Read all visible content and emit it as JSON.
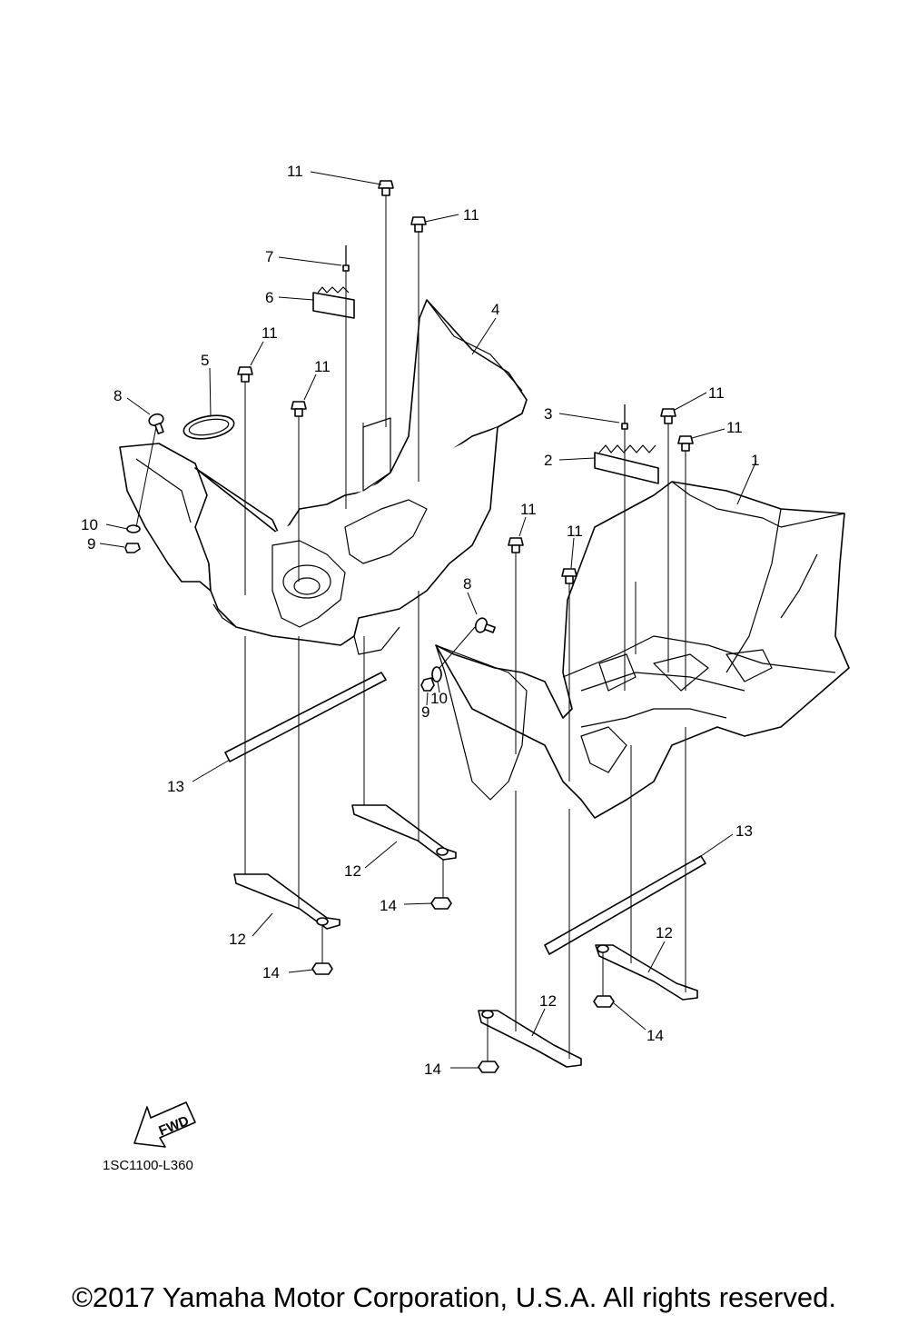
{
  "diagram": {
    "code": "1SC1100-L360",
    "fwd_label": "FWD",
    "callouts": [
      {
        "id": "c11a",
        "text": "11"
      },
      {
        "id": "c11b",
        "text": "11"
      },
      {
        "id": "c7",
        "text": "7"
      },
      {
        "id": "c6",
        "text": "6"
      },
      {
        "id": "c4",
        "text": "4"
      },
      {
        "id": "c5",
        "text": "5"
      },
      {
        "id": "c11c",
        "text": "11"
      },
      {
        "id": "c11d",
        "text": "11"
      },
      {
        "id": "c8a",
        "text": "8"
      },
      {
        "id": "c10a",
        "text": "10"
      },
      {
        "id": "c9a",
        "text": "9"
      },
      {
        "id": "c3",
        "text": "3"
      },
      {
        "id": "c2",
        "text": "2"
      },
      {
        "id": "c11e",
        "text": "11"
      },
      {
        "id": "c11f",
        "text": "11"
      },
      {
        "id": "c1",
        "text": "1"
      },
      {
        "id": "c11g",
        "text": "11"
      },
      {
        "id": "c11h",
        "text": "11"
      },
      {
        "id": "c8b",
        "text": "8"
      },
      {
        "id": "c10b",
        "text": "10"
      },
      {
        "id": "c9b",
        "text": "9"
      },
      {
        "id": "c13a",
        "text": "13"
      },
      {
        "id": "c12a",
        "text": "12"
      },
      {
        "id": "c14a",
        "text": "14"
      },
      {
        "id": "c12b",
        "text": "12"
      },
      {
        "id": "c14b",
        "text": "14"
      },
      {
        "id": "c13b",
        "text": "13"
      },
      {
        "id": "c12c",
        "text": "12"
      },
      {
        "id": "c14c",
        "text": "14"
      },
      {
        "id": "c12d",
        "text": "12"
      },
      {
        "id": "c14d",
        "text": "14"
      }
    ]
  },
  "footer": {
    "copyright": "©2017 Yamaha Motor Corporation, U.S.A. All rights reserved."
  }
}
